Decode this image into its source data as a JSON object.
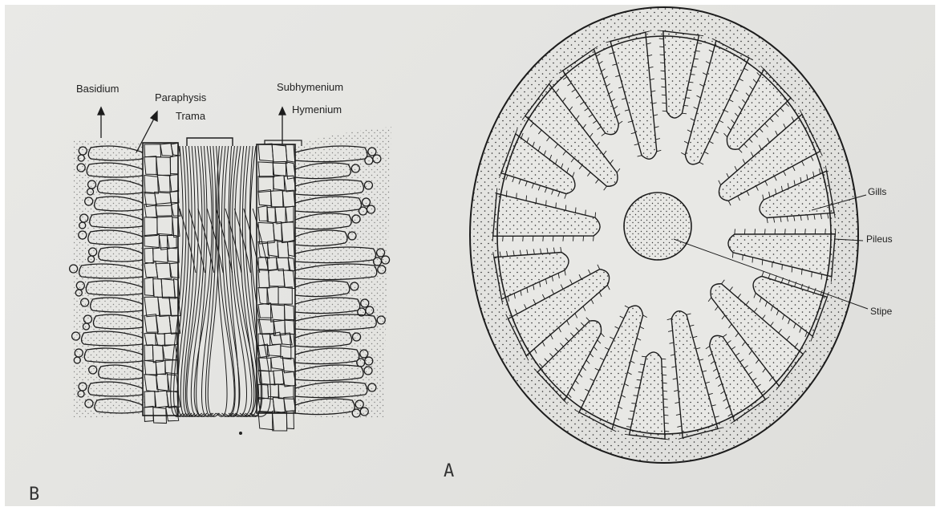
{
  "figure_b": {
    "label": "B",
    "annotations": {
      "basidium": "Basidium",
      "paraphysis": "Paraphysis",
      "trama": "Trama",
      "subhymenium": "Subhymenium",
      "hymenium": "Hymenium"
    }
  },
  "figure_a": {
    "label": "A",
    "annotations": {
      "gills": "Gills",
      "pileus": "Pileus",
      "stipe": "Stipe"
    }
  },
  "colors": {
    "paper": "#e6e6e3",
    "ink": "#1c1c1c",
    "dot": "#2a2a2a"
  }
}
